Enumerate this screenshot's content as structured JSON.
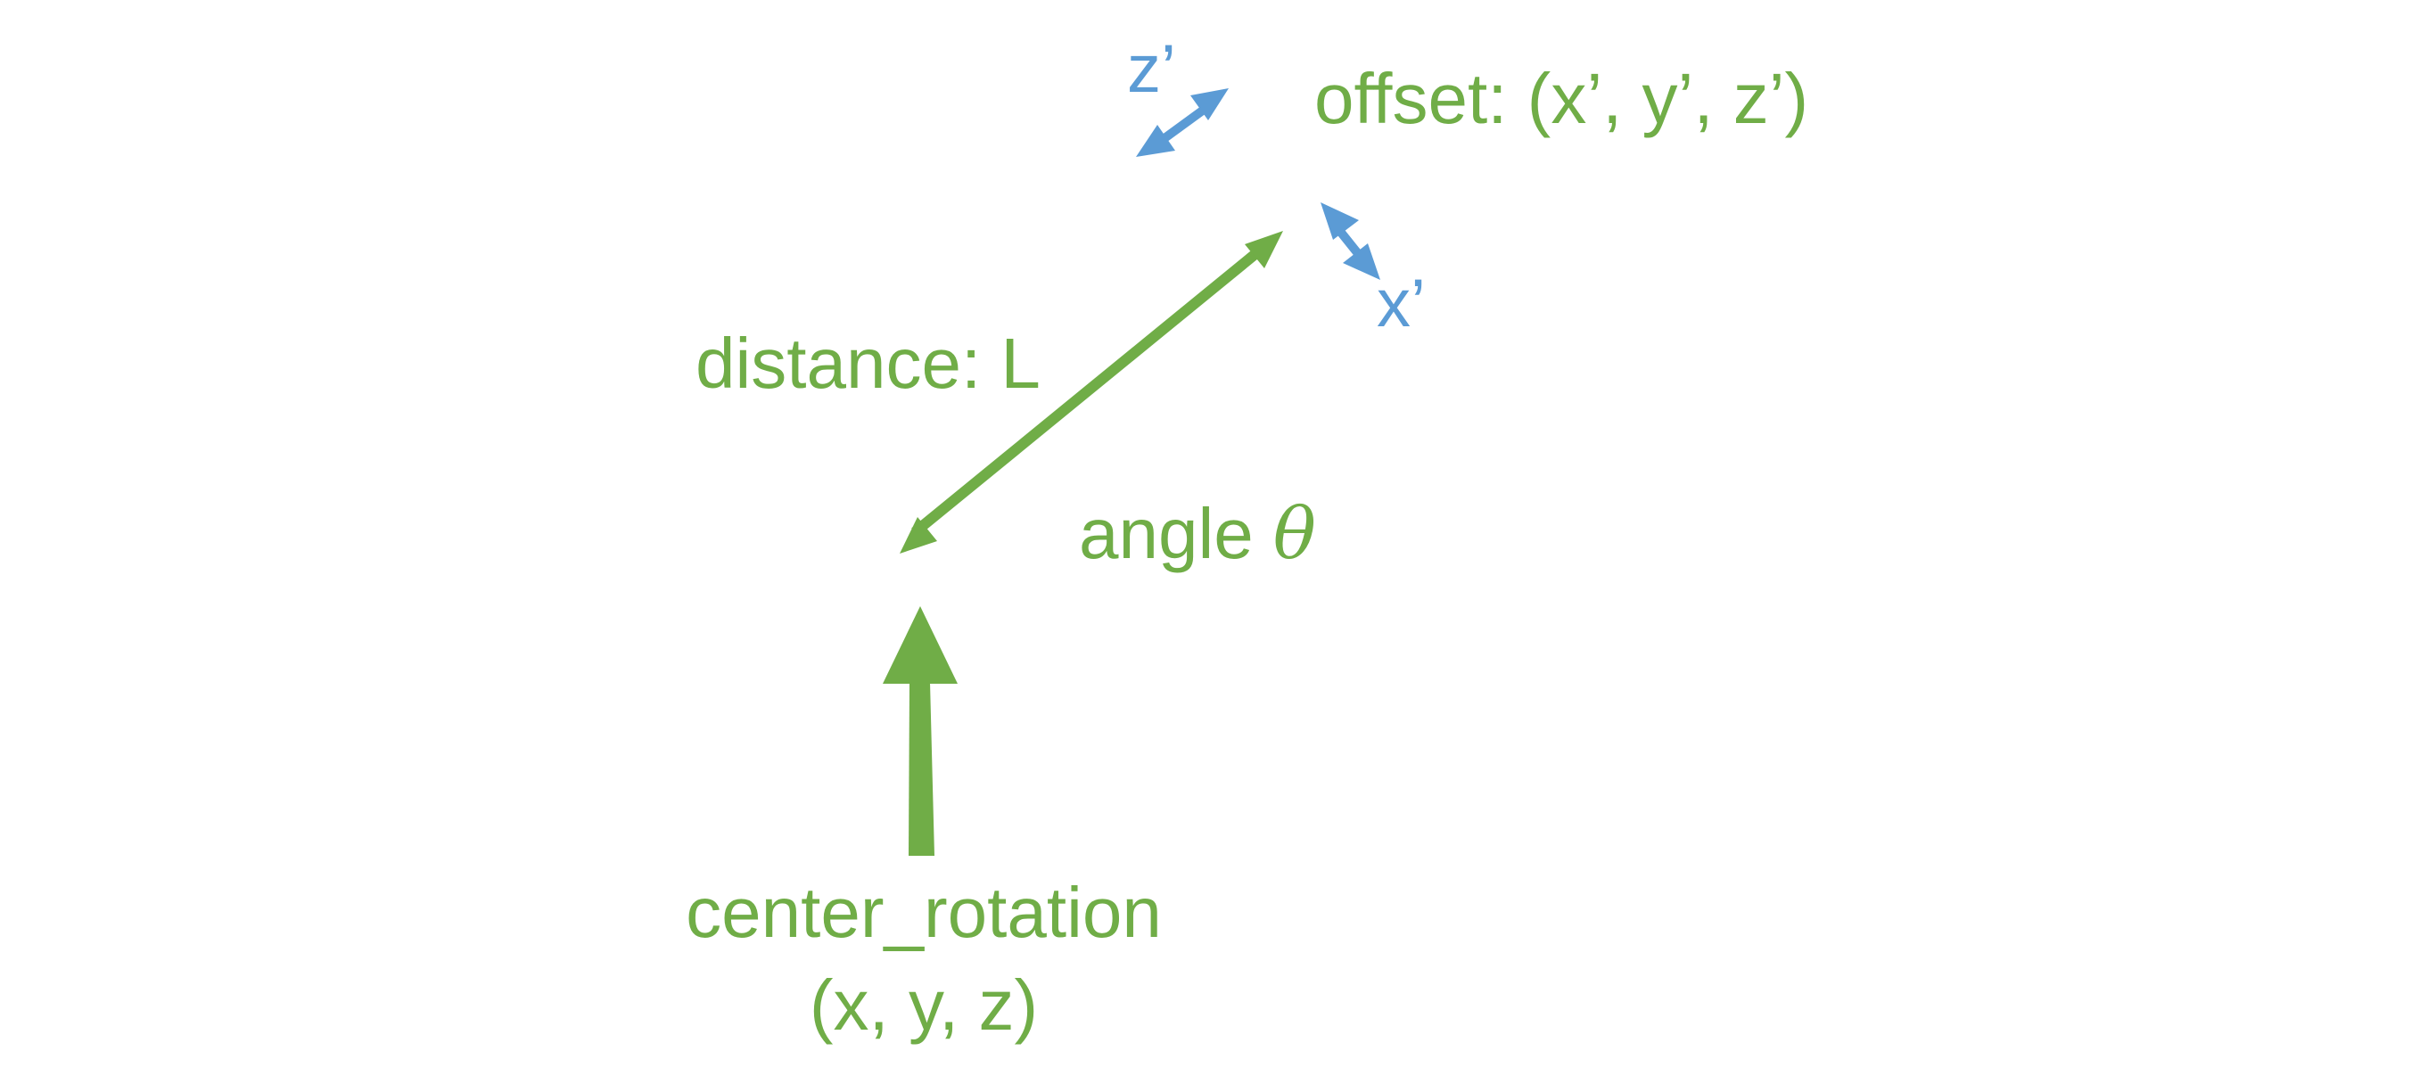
{
  "colors": {
    "green": "#70AD47",
    "blue": "#5B9BD5",
    "background": "#FFFFFF"
  },
  "labels": {
    "offset": "offset: (x’, y’, z’)",
    "z_prime": "z’",
    "x_prime": "x’",
    "distance": "distance: L",
    "angle_word": "angle",
    "angle_symbol": "θ",
    "center_rotation_line1": "center_rotation",
    "center_rotation_line2": "(x, y, z)"
  }
}
